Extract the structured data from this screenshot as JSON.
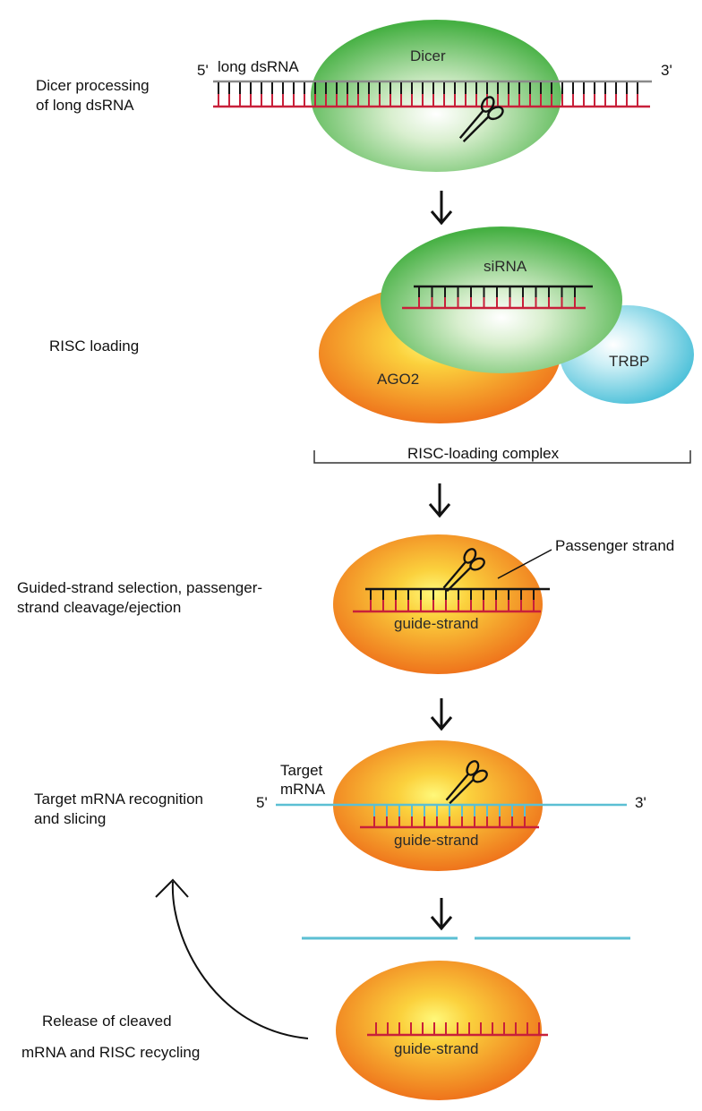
{
  "colors": {
    "dicer": "#4fb84a",
    "ago2": "#f07a1e",
    "trbp": "#55c6dc",
    "strand_dark": "#151515",
    "strand_red": "#c8203a",
    "mrna": "#5bbfd3"
  },
  "steps": {
    "dicer_processing": {
      "label_line1": "Dicer processing",
      "label_line2": "of long dsRNA"
    },
    "risc_loading": {
      "label": "RISC loading"
    },
    "strand_selection": {
      "label_line1": "Guided-strand selection, passenger-",
      "label_line2": "strand cleavage/ejection"
    },
    "target_recognition": {
      "label_line1": "Target mRNA recognition",
      "label_line2": "and slicing"
    },
    "release": {
      "label_line1": "Release of cleaved",
      "label_line2": "mRNA and RISC recycling"
    }
  },
  "diagram": {
    "five_prime": "5'",
    "three_prime": "3'",
    "long_dsrna": "long dsRNA",
    "dicer": "Dicer",
    "sirna": "siRNA",
    "ago2": "AGO2",
    "trbp": "TRBP",
    "risc_loading_complex": "RISC-loading complex",
    "passenger_strand": "Passenger strand",
    "guide_strand": "guide-strand",
    "target_mrna_line1": "Target",
    "target_mrna_line2": "mRNA"
  },
  "icons": [
    "scissors-icon",
    "down-arrow-icon",
    "recycle-arrow-icon"
  ]
}
